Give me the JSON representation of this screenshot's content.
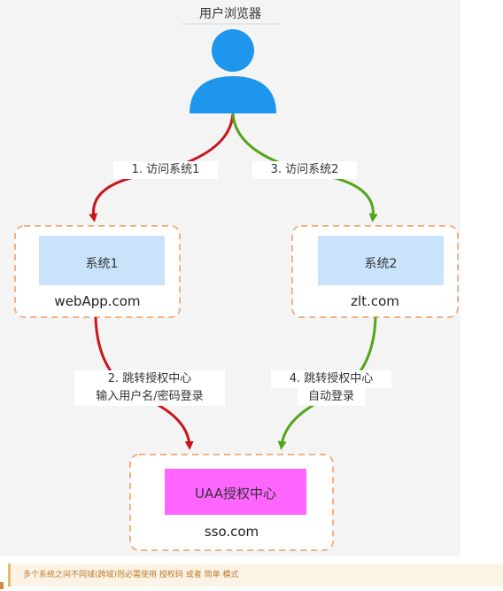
{
  "diagram": {
    "browser_label": "用户浏览器",
    "steps": {
      "step1": "1. 访问系统1",
      "step3": "3. 访问系统2",
      "step2_line1": "2. 跳转授权中心",
      "step2_line2": "输入用户名/密码登录",
      "step4_line1": "4. 跳转授权中心",
      "step4_line2": "自动登录"
    },
    "system1": {
      "label": "系统1",
      "domain": "webApp.com"
    },
    "system2": {
      "label": "系统2",
      "domain": "zlt.com"
    },
    "auth_center": {
      "label": "UAA授权中心",
      "domain": "sso.com"
    },
    "colors": {
      "red_arrow": "#c8161d",
      "green_arrow": "#55a41a",
      "system_box": "#c9e3fb",
      "auth_box": "#ff66ff",
      "dashed_border": "#f4b183",
      "user_icon": "#1e96ed"
    }
  },
  "caption": {
    "text": "多个系统之间不同域(跨域)则必需使用  授权码  或者  简单  模式"
  }
}
